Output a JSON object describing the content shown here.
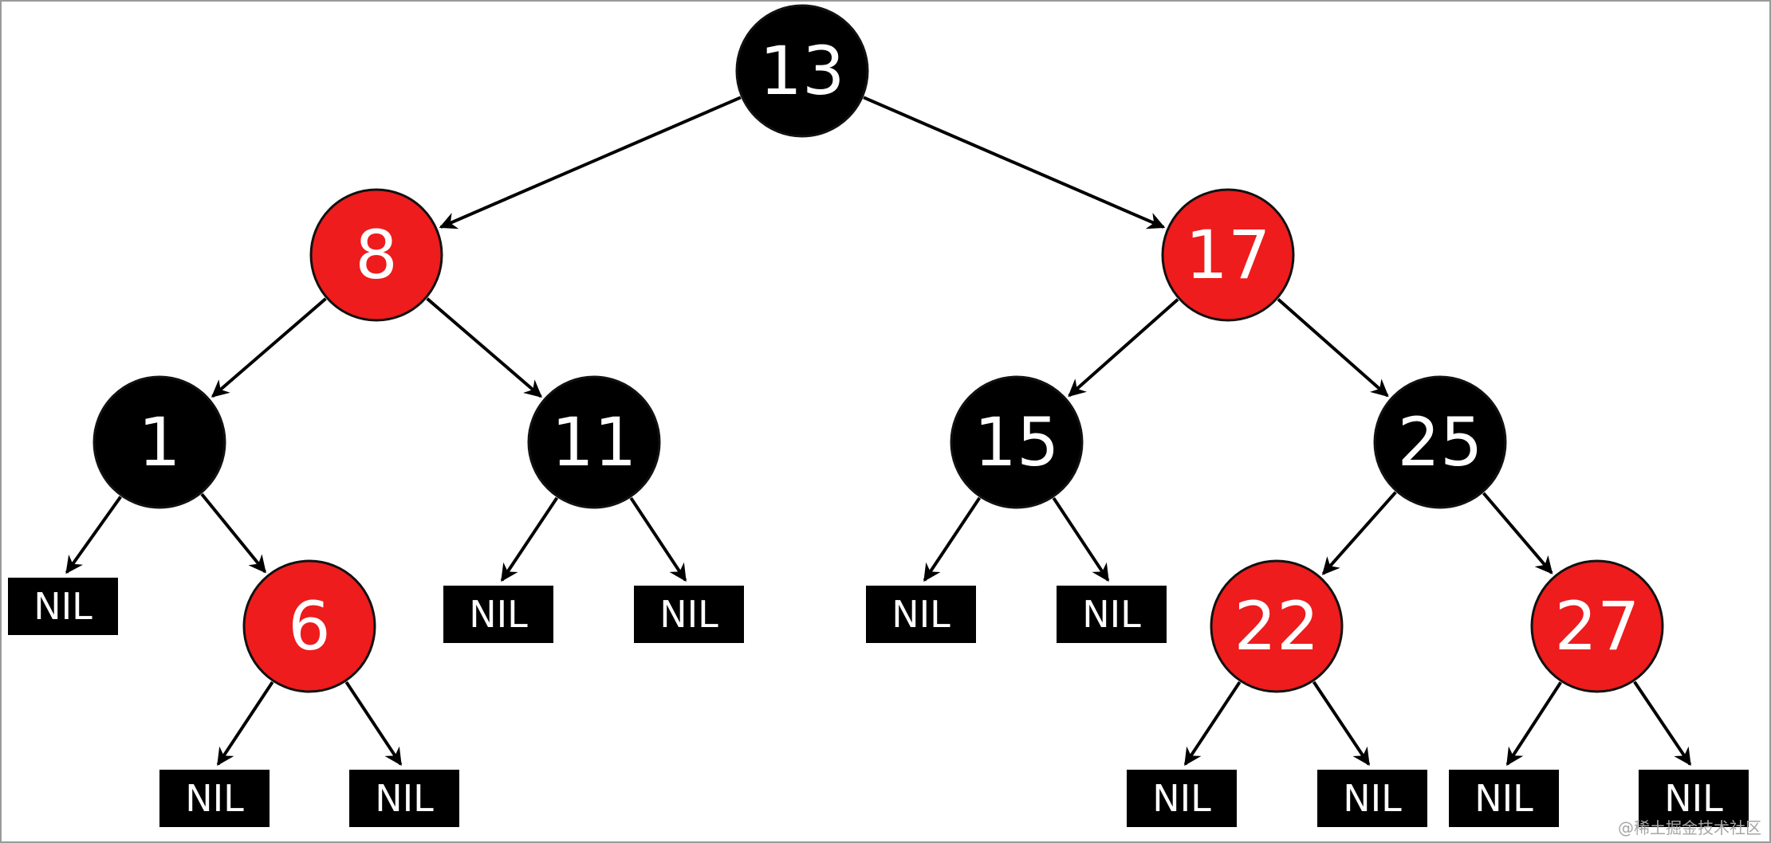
{
  "colors": {
    "black_node": "#000000",
    "red_node": "#ee1c1c",
    "nil_box": "#000000",
    "text": "#ffffff"
  },
  "tree": {
    "nodes": [
      {
        "id": "n13",
        "label": "13",
        "color": "black"
      },
      {
        "id": "n8",
        "label": "8",
        "color": "red"
      },
      {
        "id": "n17",
        "label": "17",
        "color": "red"
      },
      {
        "id": "n1",
        "label": "1",
        "color": "black"
      },
      {
        "id": "n11",
        "label": "11",
        "color": "black"
      },
      {
        "id": "n15",
        "label": "15",
        "color": "black"
      },
      {
        "id": "n25",
        "label": "25",
        "color": "black"
      },
      {
        "id": "n6",
        "label": "6",
        "color": "red"
      },
      {
        "id": "n22",
        "label": "22",
        "color": "red"
      },
      {
        "id": "n27",
        "label": "27",
        "color": "red"
      }
    ],
    "nil_label": "NIL",
    "edges": [
      [
        "n13",
        "n8"
      ],
      [
        "n13",
        "n17"
      ],
      [
        "n8",
        "n1"
      ],
      [
        "n8",
        "n11"
      ],
      [
        "n17",
        "n15"
      ],
      [
        "n17",
        "n25"
      ],
      [
        "n1",
        "nil1"
      ],
      [
        "n1",
        "n6"
      ],
      [
        "n6",
        "nil2"
      ],
      [
        "n6",
        "nil3"
      ],
      [
        "n11",
        "nil4"
      ],
      [
        "n11",
        "nil5"
      ],
      [
        "n15",
        "nil6"
      ],
      [
        "n15",
        "nil7"
      ],
      [
        "n25",
        "n22"
      ],
      [
        "n25",
        "n27"
      ],
      [
        "n22",
        "nil8"
      ],
      [
        "n22",
        "nil9"
      ],
      [
        "n27",
        "nil10"
      ],
      [
        "n27",
        "nil11"
      ]
    ]
  },
  "watermark": "@稀土掘金技术社区"
}
